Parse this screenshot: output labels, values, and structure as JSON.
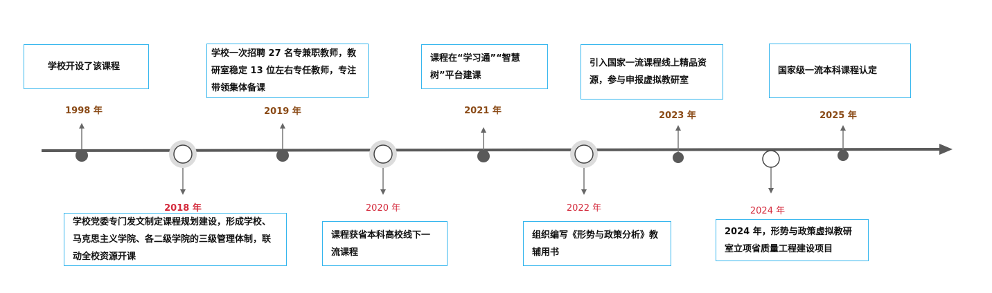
{
  "timeline": {
    "events": [
      {
        "year": "1998 年",
        "text": "学校开设了该课程"
      },
      {
        "year": "2018 年",
        "text": "学校党委专门发文制定课程规划建设，形成学校、马克思主义学院、各二级学院的三级管理体制，联动全校资源开课"
      },
      {
        "year": "2019 年",
        "text": "学校一次招聘 27 名专兼职教师，教研室稳定 13 位左右专任教师，专注带领集体备课"
      },
      {
        "year": "2020 年",
        "text": "课程获省本科高校线下一流课程"
      },
      {
        "year": "2021 年",
        "text": "课程在“学习通”“智慧树”平台建课"
      },
      {
        "year": "2022 年",
        "text": "组织编写《形势与政策分析》教辅用书"
      },
      {
        "year": "2023 年",
        "text": "引入国家一流课程线上精品资源，参与申报虚拟教研室"
      },
      {
        "year": "2024 年",
        "text": "2024 年，形势与政策虚拟教研室立项省质量工程建设项目"
      },
      {
        "year": "2025 年",
        "text": "国家级一流本科课程认定"
      }
    ]
  },
  "colors": {
    "box_border": "#35b6ee",
    "year_up": "#8a4a16",
    "year_down": "#d42a3c",
    "axis": "#595959"
  }
}
